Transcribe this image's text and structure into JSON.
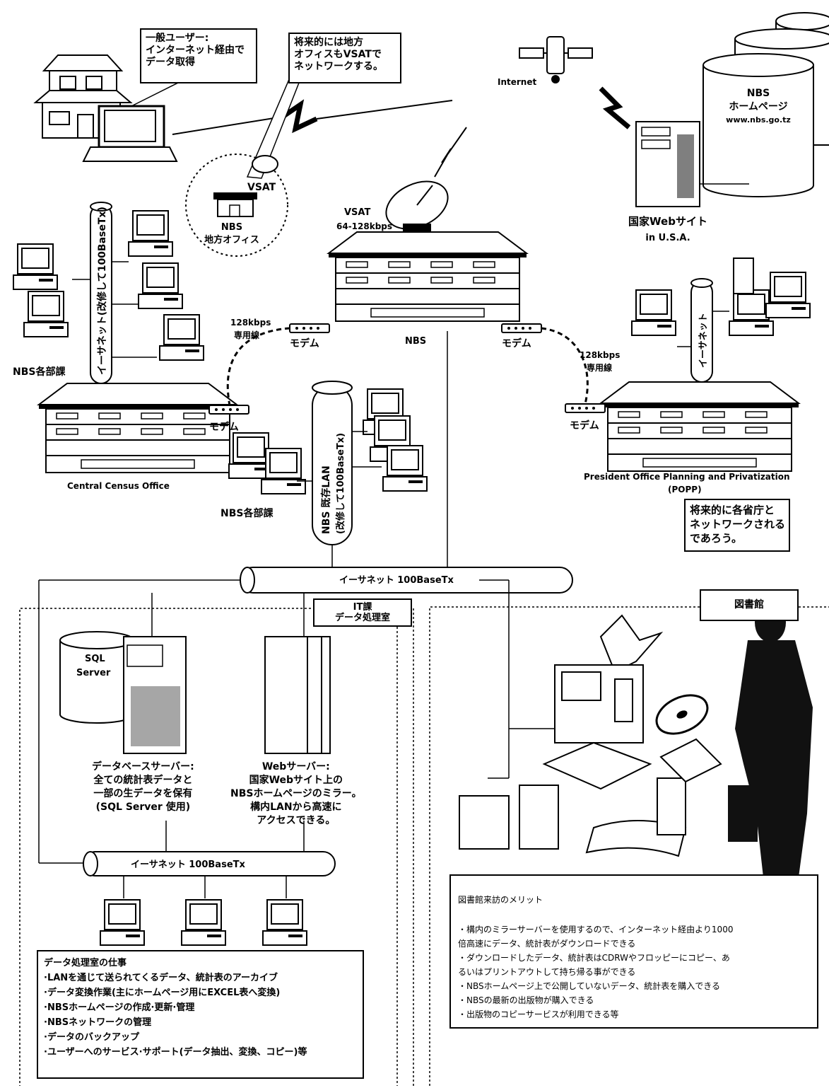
{
  "notes": {
    "general_user": [
      "一般ユーザー:",
      "インターネット経由で",
      "データ取得"
    ],
    "future_vsat": [
      "将来的には地方",
      "オフィスもVSATで",
      "ネットワークする。"
    ],
    "future_ministries": [
      "将来的に各省庁と",
      "ネットワークされる",
      "であろう。"
    ]
  },
  "labels": {
    "internet": "Internet",
    "nbs_homepage": [
      "NBS",
      "ホームページ",
      "www.nbs.go.tz"
    ],
    "national_site": [
      "国家Webサイト",
      "in U.S.A."
    ],
    "vsat_small": "VSAT",
    "regional_office": [
      "NBS",
      "地方オフィス"
    ],
    "vsat_main": [
      "VSAT",
      "64-128kbps"
    ],
    "nbs": "NBS",
    "leased_left": [
      "128kbps",
      "専用線"
    ],
    "leased_right": [
      "128kbps",
      "専用線"
    ],
    "modem": "モデム",
    "nbs_depts": "NBS各部課",
    "ethernet_vertical_left": "イーサネット(改修して100BaseTx)",
    "ethernet_vertical_right": "イーサネット",
    "nbs_lan": [
      "NBS 既存LAN",
      "(改修して100BaseTx)"
    ],
    "central_census": "Central Census Office",
    "popp": [
      "President Office Planning and Privatization",
      "(POPP)"
    ],
    "ethernet_main": "イーサネット 100BaseTx",
    "ethernet_sub": "イーサネット 100BaseTx",
    "it_section": [
      "IT課",
      "データ処理室"
    ],
    "library": "図書館",
    "sql": [
      "SQL",
      "Server"
    ],
    "db_server": [
      "データベースサーバー:",
      "全ての統計表データと",
      "一部の生データを保有",
      "(SQL Server 使用)"
    ],
    "web_server": [
      "Webサーバー:",
      "国家Webサイト上の",
      "NBSホームページのミラー。",
      "構内LANから高速に",
      "アクセスできる。"
    ]
  },
  "dp_box": {
    "title": "データ処理室の仕事",
    "items": [
      "·LANを通じて送られてくるデータ、統計表のアーカイブ",
      "·データ変換作業(主にホームページ用にEXCEL表へ変換)",
      "·NBSホームページの作成·更新·管理",
      "·NBSネットワークの管理",
      "·データのバックアップ",
      "·ユーザーへのサービス·サポート(データ抽出、変換、コピー)等"
    ]
  },
  "library_box": {
    "title": "図書館来訪のメリット",
    "items": [
      "・構内のミラーサーバーを使用するので、インターネット経由より1000",
      "  倍高速にデータ、統計表がダウンロードできる",
      "・ダウンロードしたデータ、統計表はCDRWやフロッピーにコピー、あ",
      "  るいはプリントアウトして持ち帰る事ができる",
      "・NBSホームページ上で公開していないデータ、統計表を購入できる",
      "・NBSの最新の出版物が購入できる",
      "・出版物のコピーサービスが利用できる等"
    ]
  }
}
